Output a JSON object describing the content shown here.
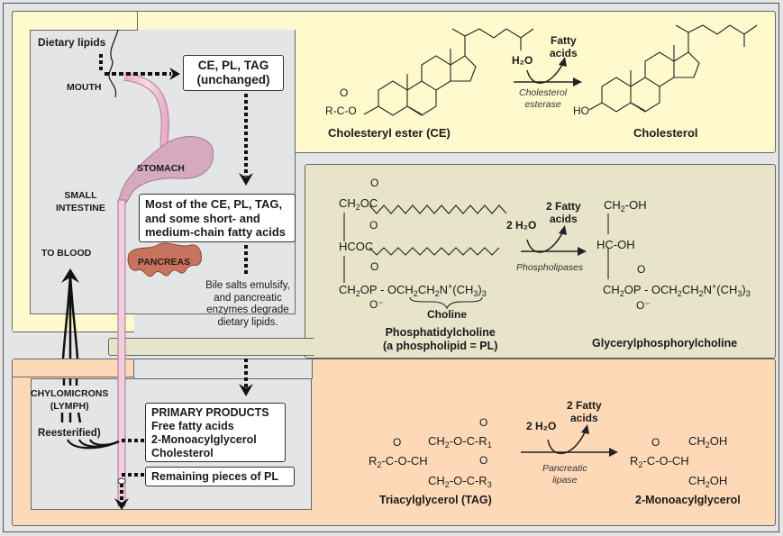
{
  "figure": {
    "left_panel": {
      "dietary_lipids": "Dietary lipids",
      "mouth": "MOUTH",
      "stomach": "STOMACH",
      "small_intestine": [
        "SMALL",
        "INTESTINE"
      ],
      "to_blood": "TO BLOOD",
      "pancreas": "PANCREAS",
      "chylomicrons": [
        "CHYLOMICRONS",
        "(LYMPH)"
      ],
      "reesterified": "Reesterified)",
      "box_unchanged": [
        "CE, PL, TAG",
        "(unchanged)"
      ],
      "box_most": [
        "Most of the CE, PL, TAG,",
        "and some short- and",
        "medium-chain fatty acids"
      ],
      "bile_note": [
        "Bile salts emulsify,",
        "and pancreatic",
        "enzymes degrade",
        "dietary lipids."
      ],
      "box_primary": {
        "title": "PRIMARY PRODUCTS",
        "items": [
          "Free fatty acids",
          "2-Monoacylglycerol",
          "Cholesterol"
        ]
      },
      "box_remaining": "Remaining pieces of PL"
    },
    "cholesterol_panel": {
      "ester_group": {
        "o": "O",
        "rco": "R-C-O"
      },
      "substrate_label": "Cholesteryl ester (CE)",
      "water": "H₂O",
      "product_side": [
        "Fatty",
        "acids"
      ],
      "enzyme": [
        "Cholesterol",
        "esterase"
      ],
      "ho": "HO",
      "product_label": "Cholesterol"
    },
    "phospholipid_panel": {
      "row1": "CH₂OC",
      "row2": "HCOC",
      "row3_left": "CH₂OP",
      "row3_right": "- OCH₂CH₂N⁺(CH₃)₃",
      "o": "O",
      "o_minus": "O⁻",
      "choline": "Choline",
      "substrate_label": [
        "Phosphatidylcholine",
        "(a phospholipid = PL)"
      ],
      "water": "2 H₂O",
      "product_side": [
        "2 Fatty",
        "acids"
      ],
      "enzyme": "Phospholipases",
      "prod_row1": "CH₂-OH",
      "prod_row2": "HC-OH",
      "prod_row3": "CH₂OP - OCH₂CH₂N⁺(CH₃)₃",
      "product_label": "Glycerylphosphorylcholine"
    },
    "tag_panel": {
      "tag_r2": "R₂-C-O-CH",
      "tag_top": "CH₂-O-C-R₁",
      "tag_bottom": "CH₂-O-C-R₃",
      "o": "O",
      "substrate_label": "Triacylglycerol (TAG)",
      "water": "2 H₂O",
      "product_side": [
        "2 Fatty",
        "acids"
      ],
      "enzyme": [
        "Pancreatic",
        "lipase"
      ],
      "mag_left": "R₂-C-O-CH",
      "mag_top": "CH₂OH",
      "mag_bottom": "CH₂OH",
      "product_label": "2-Monoacylglycerol"
    },
    "colors": {
      "yellow_panel": "#fff9cd",
      "olive_panel": "#e8e4c9",
      "peach_panel": "#fdd9b8",
      "gray_bg": "#e4e5e6",
      "gut_tube": "#f0c8d8",
      "pancreas": "#c8735e"
    }
  }
}
